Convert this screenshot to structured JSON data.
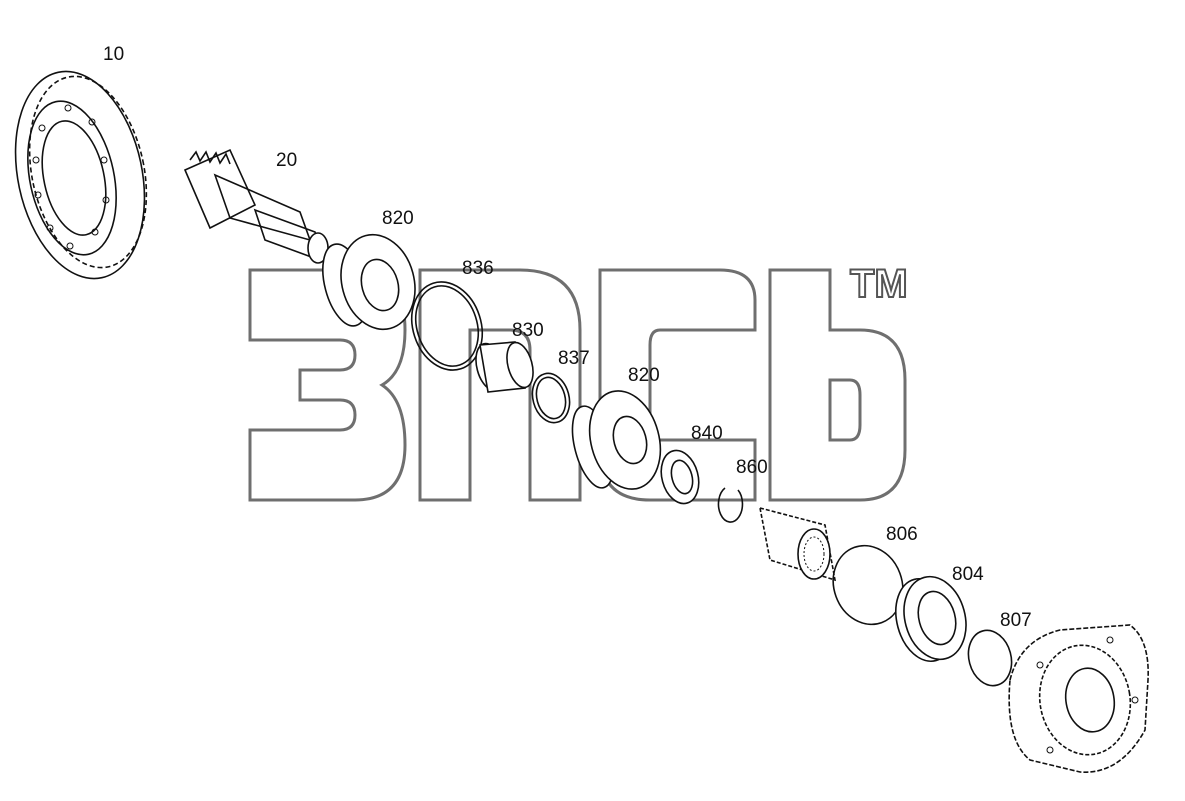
{
  "watermark": {
    "trademark": "TM"
  },
  "callouts": [
    {
      "id": "c10",
      "text": "10"
    },
    {
      "id": "c20",
      "text": "20"
    },
    {
      "id": "c820a",
      "text": "820"
    },
    {
      "id": "c836",
      "text": "836"
    },
    {
      "id": "c830",
      "text": "830"
    },
    {
      "id": "c837",
      "text": "837"
    },
    {
      "id": "c820b",
      "text": "820"
    },
    {
      "id": "c840",
      "text": "840"
    },
    {
      "id": "c860",
      "text": "860"
    },
    {
      "id": "c806",
      "text": "806"
    },
    {
      "id": "c804",
      "text": "804"
    },
    {
      "id": "c807",
      "text": "807"
    }
  ]
}
